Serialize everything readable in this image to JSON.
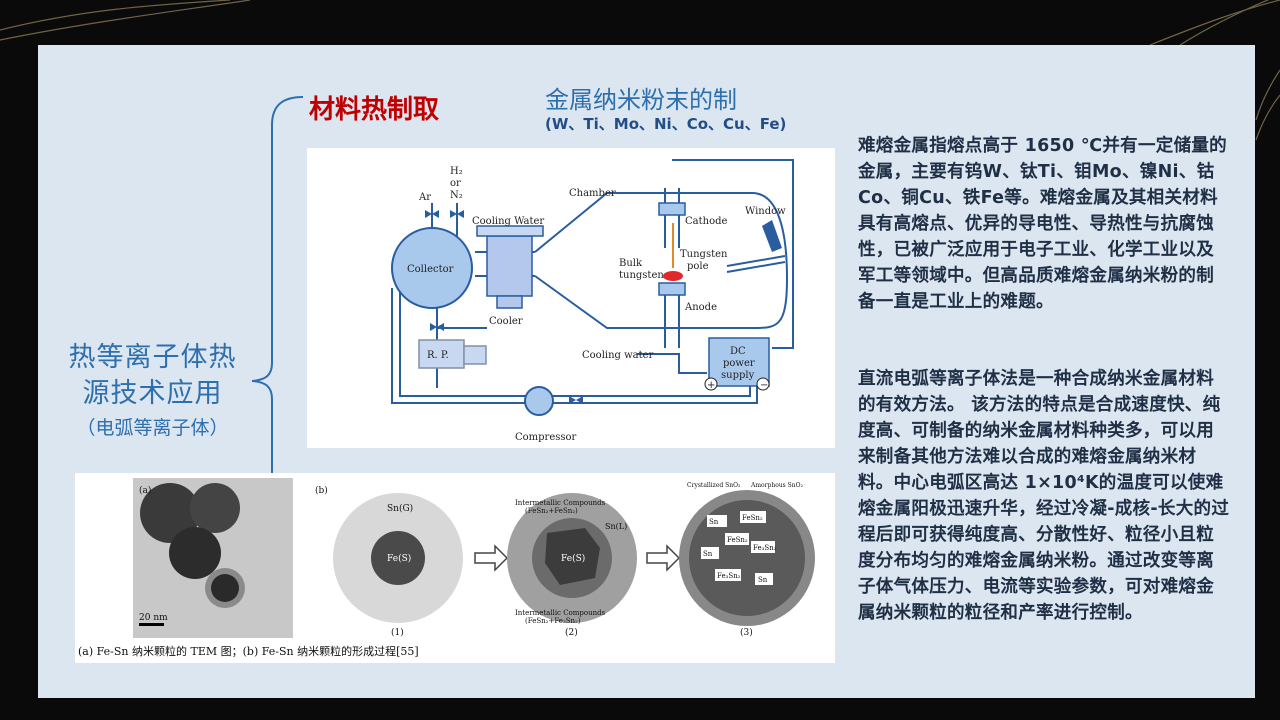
{
  "side": {
    "title_line1": "热等离子体热",
    "title_line2": "源技术应用",
    "subtitle": "（电弧等离子体）"
  },
  "section_title": "材料热制取",
  "main_title": "金属纳米粉末的制",
  "elements": "(W、Ti、Mo、Ni、Co、Cu、Fe)",
  "paragraphs": [
    "难熔金属指熔点高于 1650 ℃并有一定储量的金属，主要有钨W、钛Ti、钼Mo、镍Ni、钴Co、铜Cu、铁Fe等。难熔金属及其相关材料具有高熔点、优异的导电性、导热性与抗腐蚀性，已被广泛应用于电子工业、化学工业以及军工等领域中。但高品质难熔金属纳米粉的制备一直是工业上的难题。",
    "直流电弧等离子体法是一种合成纳米金属材料的有效方法。 该方法的特点是合成速度快、纯度高、可制备的纳米金属材料种类多，可以用来制备其他方法难以合成的难熔金属纳米材料。中心电弧区高达 1×10⁴K的温度可以使难熔金属阳极迅速升华，经过冷凝-成核-长大的过程后即可获得纯度高、分散性好、粒径小且粒度分布均匀的难熔金属纳米粉。通过改变等离子体气体压力、电流等实验参数，可对难熔金属纳米颗粒的粒径和产率进行控制。"
  ],
  "apparatus": {
    "ar": "Ar",
    "h2": "H₂",
    "or": "or",
    "n2": "N₂",
    "cooling_water_top": "Cooling  Water",
    "chamber": "Chamber",
    "cathode": "Cathode",
    "window": "Window",
    "collector": "Collector",
    "bulk": "Bulk",
    "tungsten": "tungsten",
    "tungsten_pole_1": "Tungsten",
    "tungsten_pole_2": "pole",
    "anode": "Anode",
    "cooler": "Cooler",
    "rp": "R. P.",
    "cooling_water": "Cooling water",
    "dc1": "DC",
    "dc2": "power",
    "dc3": "supply",
    "plus": "+",
    "minus": "−",
    "compressor": "Compressor"
  },
  "tem": {
    "label_a": "(a)",
    "label_b": "(b)",
    "scale": "20 nm",
    "sn_g": "Sn(G)",
    "fe_s": "Fe(S)",
    "sn_l": "Sn(L)",
    "intermetallic_top_1": "Intermetallic Compounds",
    "intermetallic_top_2": "(FeSn₂+FeSn₂)",
    "intermetallic_bot_1": "Intermetallic Compounds",
    "intermetallic_bot_2": "(FeSn₂+Fe₃Sn₂)",
    "crystallized_sno2": "Crystallized SnO₂",
    "amorphous_sno2": "Amorphous SnO₂",
    "fesn2": "FeSn₂",
    "sn": "Sn",
    "fe3sn2": "Fe₃Sn₂",
    "step1": "(1)",
    "step2": "(2)",
    "step3": "(3)",
    "caption": "(a) Fe-Sn 纳米颗粒的 TEM 图；(b) Fe-Sn 纳米颗粒的形成过程[55]"
  }
}
